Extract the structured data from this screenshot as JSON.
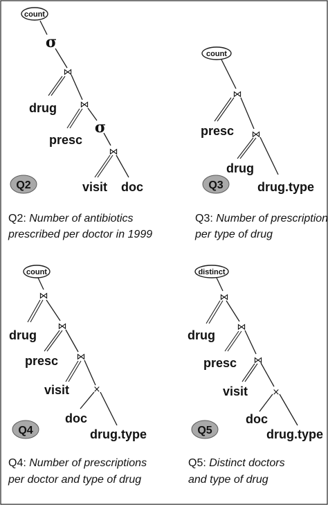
{
  "labels": {
    "count": "count",
    "distinct": "distinct",
    "sigma": "σ",
    "join": "⋈",
    "cross": "×",
    "drug": "drug",
    "presc": "presc",
    "visit": "visit",
    "doc": "doc",
    "drug_type": "drug.type"
  },
  "queries": [
    {
      "badge": "Q2",
      "caption_prefix": "Q2: ",
      "caption_line1": "Number of antibiotics",
      "caption_line2": "prescribed per doctor in 1999"
    },
    {
      "badge": "Q3",
      "caption_prefix": "Q3: ",
      "caption_line1": "Number of prescription",
      "caption_line2": "per type of drug"
    },
    {
      "badge": "Q4",
      "caption_prefix": "Q4: ",
      "caption_line1": "Number of prescriptions",
      "caption_line2": "per doctor and type of drug"
    },
    {
      "badge": "Q5",
      "caption_prefix": "Q5: ",
      "caption_line1": "Distinct doctors",
      "caption_line2": "and type of drug"
    }
  ]
}
